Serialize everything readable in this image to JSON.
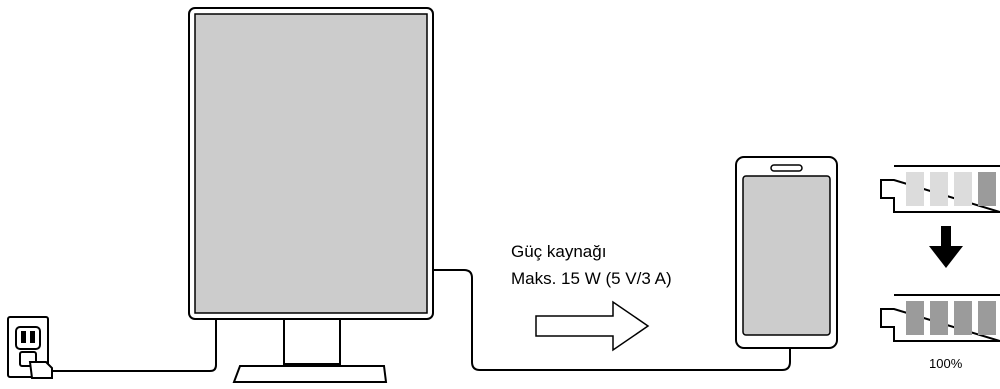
{
  "labels": {
    "power_title": "Güç kaynağı",
    "power_spec": "Maks. 15 W (5 V/3 A)",
    "battery_full": "100%"
  },
  "battery": {
    "before_level": 0.25,
    "after_level": 1.0
  },
  "colors": {
    "screen_gray": "#cccccc",
    "cell_light": "#dcdcdc",
    "cell_dark": "#9b9b9b",
    "outline": "#000000"
  },
  "icons": [
    "wall-outlet-icon",
    "monitor-icon",
    "usb-cable-icon",
    "arrow-right-icon",
    "smartphone-icon",
    "battery-partial-icon",
    "arrow-down-icon",
    "battery-full-icon"
  ]
}
